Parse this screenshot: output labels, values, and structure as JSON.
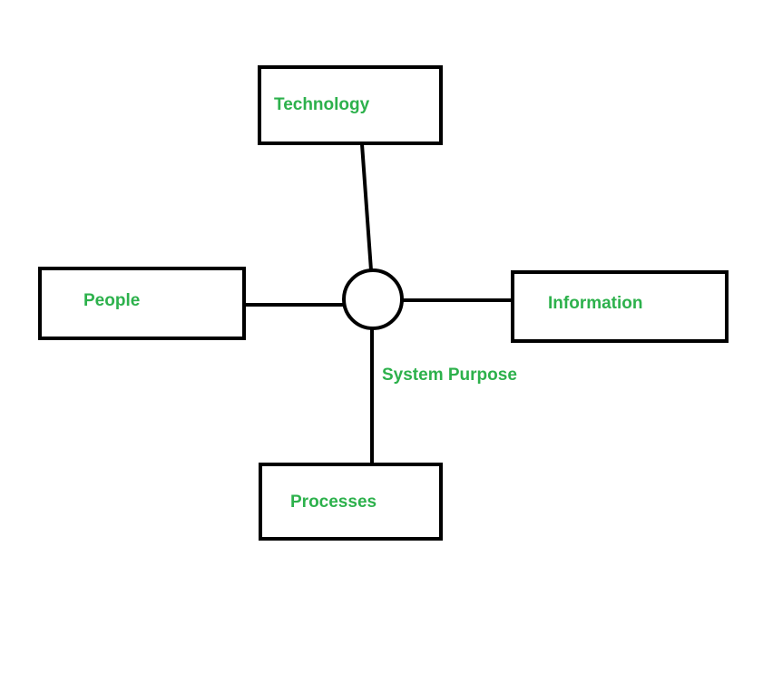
{
  "colors": {
    "label_text": "#2db14c",
    "stroke": "#000000",
    "background": "#ffffff"
  },
  "nodes": {
    "technology": "Technology",
    "people": "People",
    "information": "Information",
    "processes": "Processes"
  },
  "hub": {
    "label": "System Purpose"
  }
}
